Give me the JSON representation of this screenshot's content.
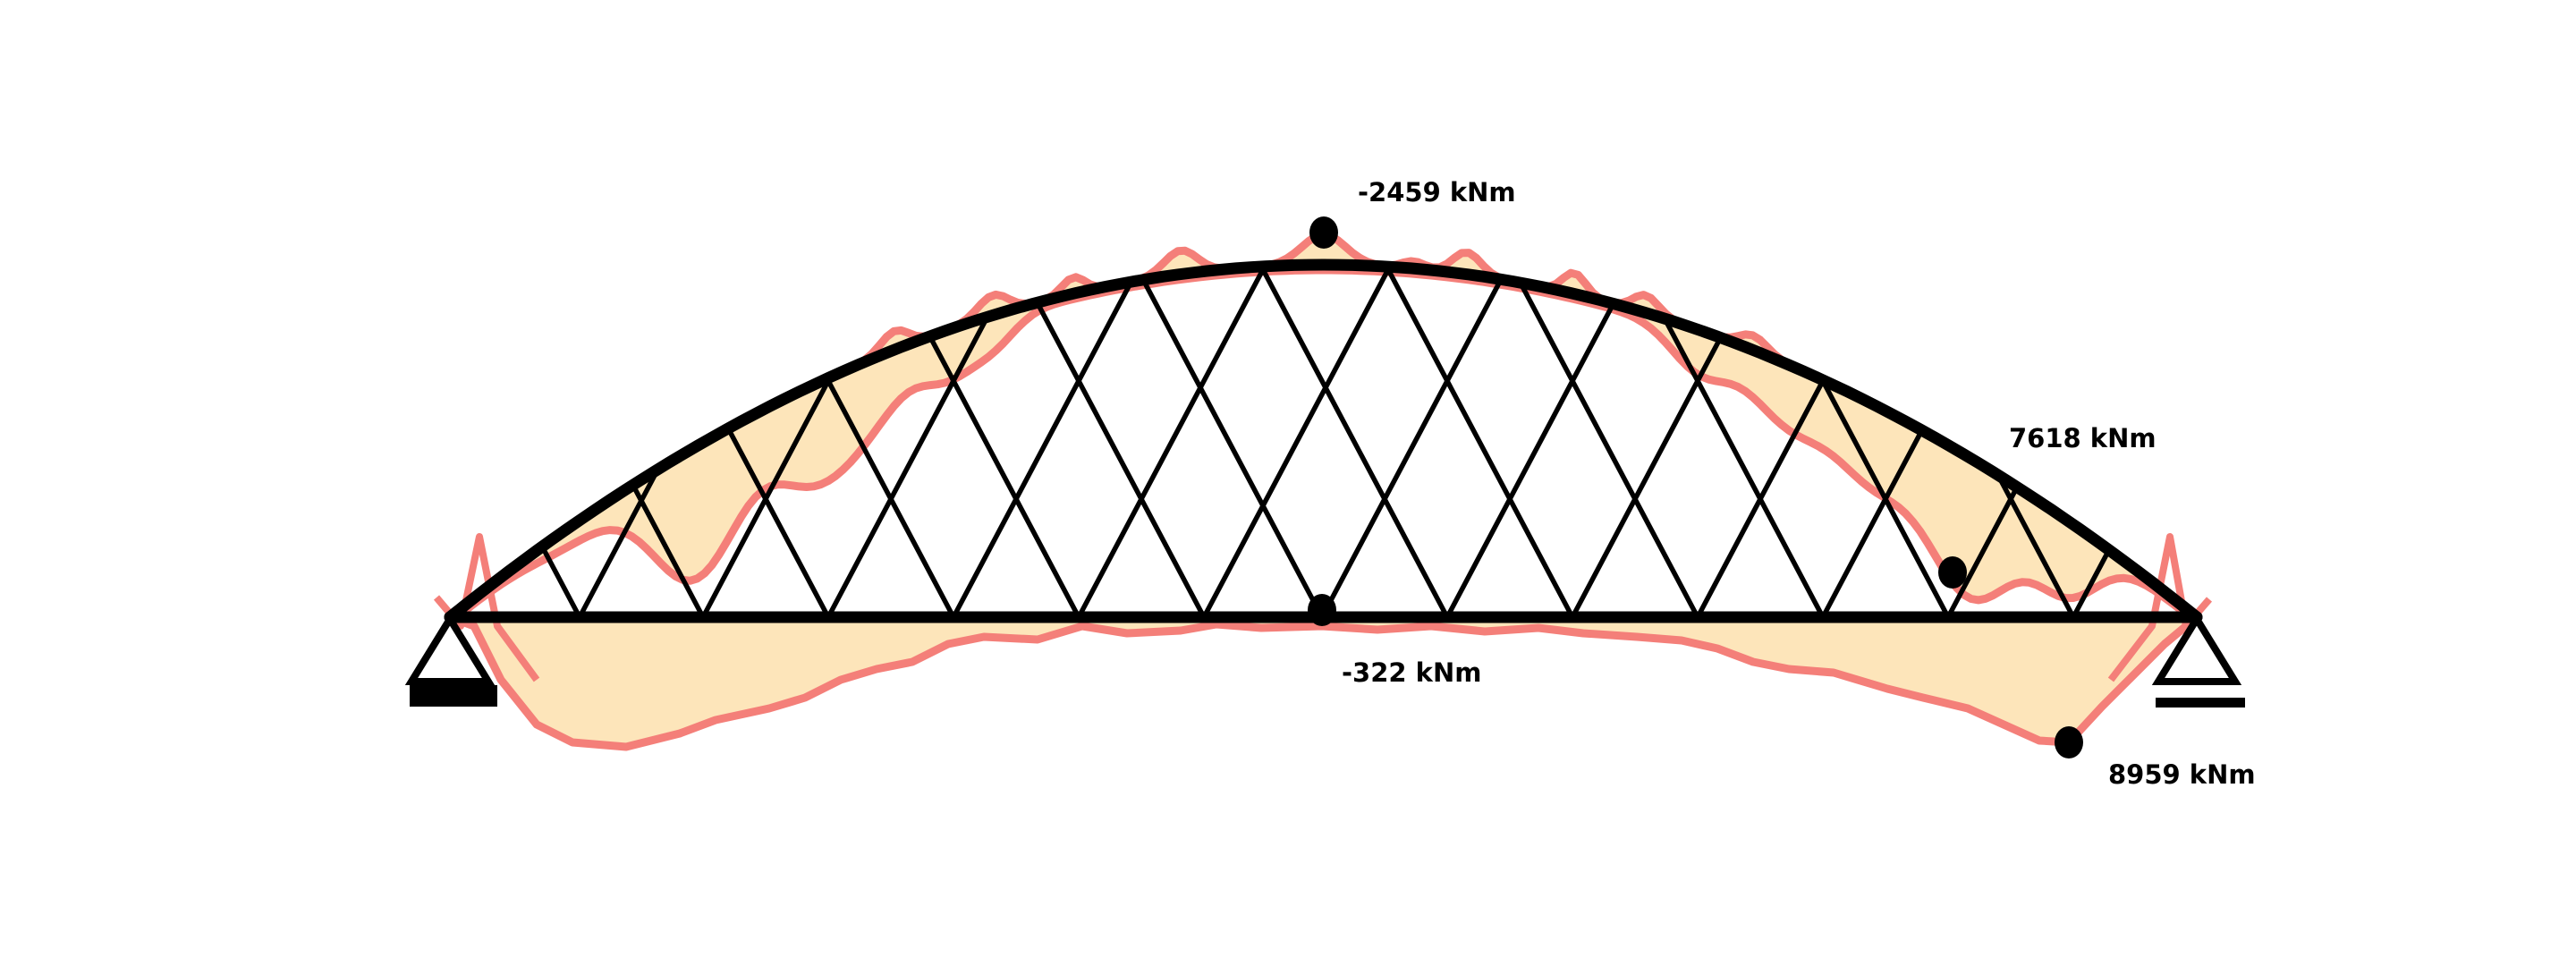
{
  "colors": {
    "structure": "#000000",
    "moment_fill": "#fde4b6",
    "moment_outline": "#f47f79",
    "marker": "#000000",
    "label": "#000000",
    "background": "#ffffff"
  },
  "labels": {
    "arch_crown_moment": "-2459 kNm",
    "arch_max_moment": "7618 kNm",
    "deck_mid_moment": "-322 kNm",
    "deck_max_moment": "8959 kNm"
  }
}
